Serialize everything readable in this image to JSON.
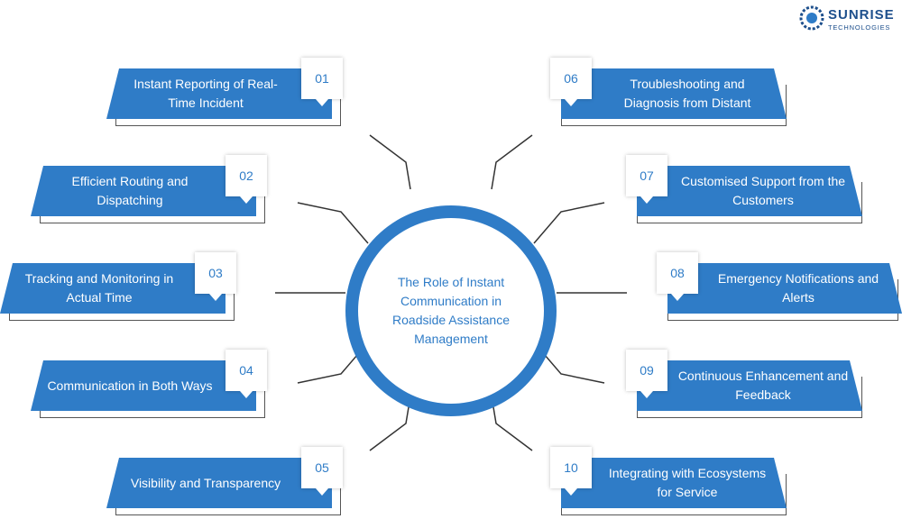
{
  "logo": {
    "title": "SUNRISE",
    "subtitle": "TECHNOLOGIES"
  },
  "hub": {
    "text": "The Role of Instant Communication in Roadside Assistance Management",
    "color": "#2f7cc7"
  },
  "items": [
    {
      "number": "01",
      "label": "Instant Reporting of Real-Time Incident"
    },
    {
      "number": "02",
      "label": "Efficient Routing and Dispatching"
    },
    {
      "number": "03",
      "label": "Tracking and Monitoring in Actual Time"
    },
    {
      "number": "04",
      "label": "Communication in Both Ways"
    },
    {
      "number": "05",
      "label": "Visibility and Transparency"
    },
    {
      "number": "06",
      "label": "Troubleshooting and Diagnosis from Distant"
    },
    {
      "number": "07",
      "label": "Customised Support from the Customers"
    },
    {
      "number": "08",
      "label": "Emergency Notifications and Alerts"
    },
    {
      "number": "09",
      "label": "Continuous Enhancement and Feedback"
    },
    {
      "number": "10",
      "label": "Integrating with Ecosystems for Service"
    }
  ]
}
